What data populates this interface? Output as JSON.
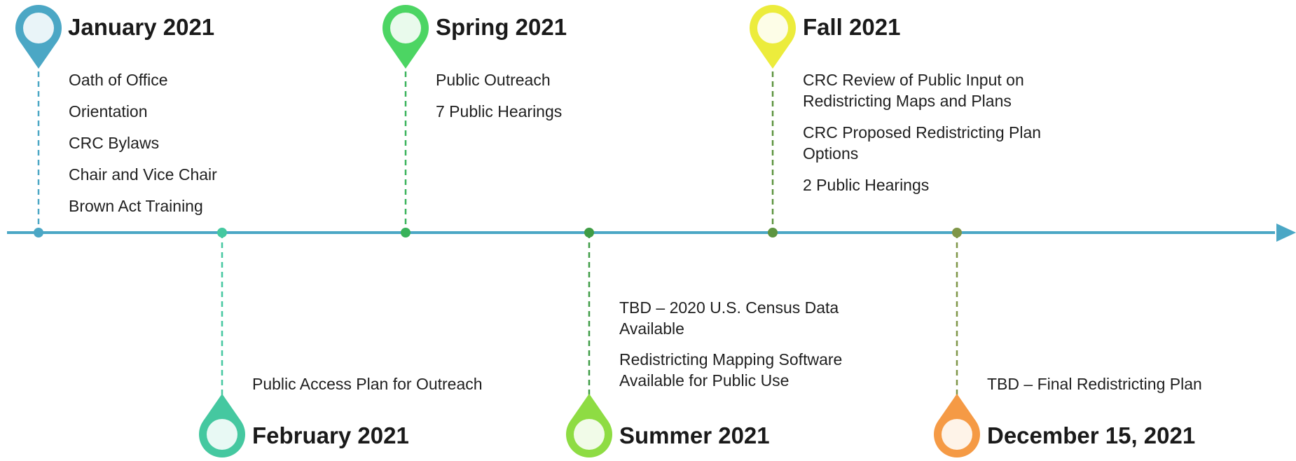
{
  "axis_color": "#4ba7c5",
  "milestones": [
    {
      "id": "jan",
      "title": "January 2021",
      "color": "#4ba7c5",
      "side": "above",
      "items": [
        "Oath of Office",
        "Orientation",
        "CRC Bylaws",
        "Chair and Vice Chair",
        "Brown Act Training"
      ]
    },
    {
      "id": "feb",
      "title": "February 2021",
      "color": "#45c8a0",
      "side": "below",
      "items": [
        "Public Access Plan for Outreach"
      ]
    },
    {
      "id": "spring",
      "title": "Spring 2021",
      "color": "#4cd563",
      "side": "above",
      "items": [
        "Public Outreach",
        "7 Public Hearings"
      ]
    },
    {
      "id": "summer",
      "title": "Summer 2021",
      "color": "#8edc43",
      "side": "below",
      "items": [
        "TBD – 2020 U.S. Census Data Available",
        "Redistricting Mapping Software Available for Public Use"
      ]
    },
    {
      "id": "fall",
      "title": "Fall 2021",
      "color": "#ecec3c",
      "side": "above",
      "items": [
        "CRC Review of Public Input on Redistricting Maps and Plans",
        "CRC Proposed Redistricting Plan Options",
        "2 Public Hearings"
      ]
    },
    {
      "id": "dec",
      "title": "December 15, 2021",
      "color": "#f59a45",
      "side": "below",
      "items": [
        "TBD – Final Redistricting Plan"
      ]
    }
  ],
  "axis_dot_colors": [
    "#4ba7c5",
    "#45c8a0",
    "#39b25a",
    "#3f9c45",
    "#5d9440",
    "#7f9648"
  ],
  "stem_colors": [
    "#4ba7c5",
    "#45c8a0",
    "#39b25a",
    "#3f9c45",
    "#5d9440",
    "#7f9648"
  ]
}
